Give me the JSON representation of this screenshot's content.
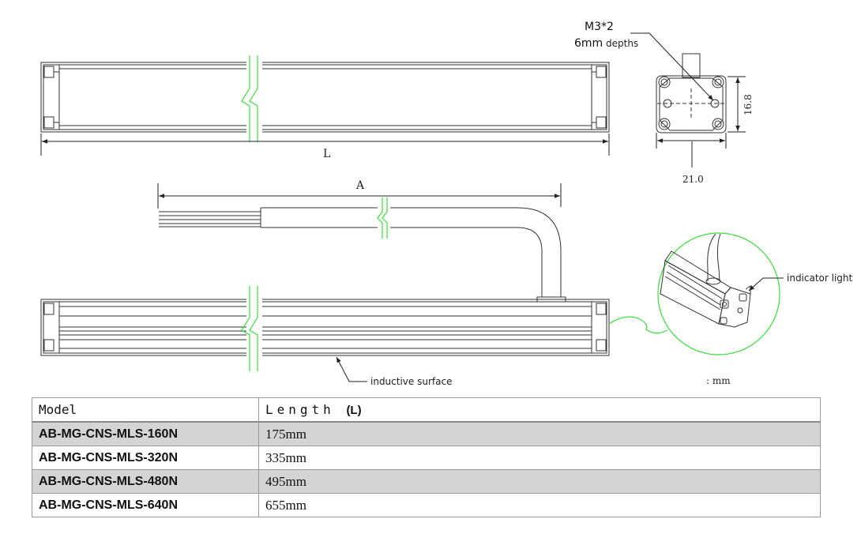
{
  "drawing": {
    "label_L": "L",
    "label_A": "A",
    "label_thread": "M3*2",
    "label_depth_value": "6mm",
    "label_depth_word": "depths",
    "label_height": "16.8",
    "label_width": "21.0",
    "label_indicator": "indicator light",
    "label_surface": "inductive surface",
    "label_unit": ": mm"
  },
  "table": {
    "headers": {
      "model": "Model",
      "length": "Length",
      "length_unit": "(L)"
    },
    "rows": [
      {
        "model": "AB-MG-CNS-MLS-160N",
        "length": "175mm",
        "shaded": true
      },
      {
        "model": "AB-MG-CNS-MLS-320N",
        "length": "335mm",
        "shaded": false
      },
      {
        "model": "AB-MG-CNS-MLS-480N",
        "length": "495mm",
        "shaded": true
      },
      {
        "model": "AB-MG-CNS-MLS-640N",
        "length": "655mm",
        "shaded": false
      }
    ]
  },
  "colors": {
    "break_line": "#3ddc3d",
    "outline": "#333333",
    "row_shade": "#d4d4d4"
  }
}
